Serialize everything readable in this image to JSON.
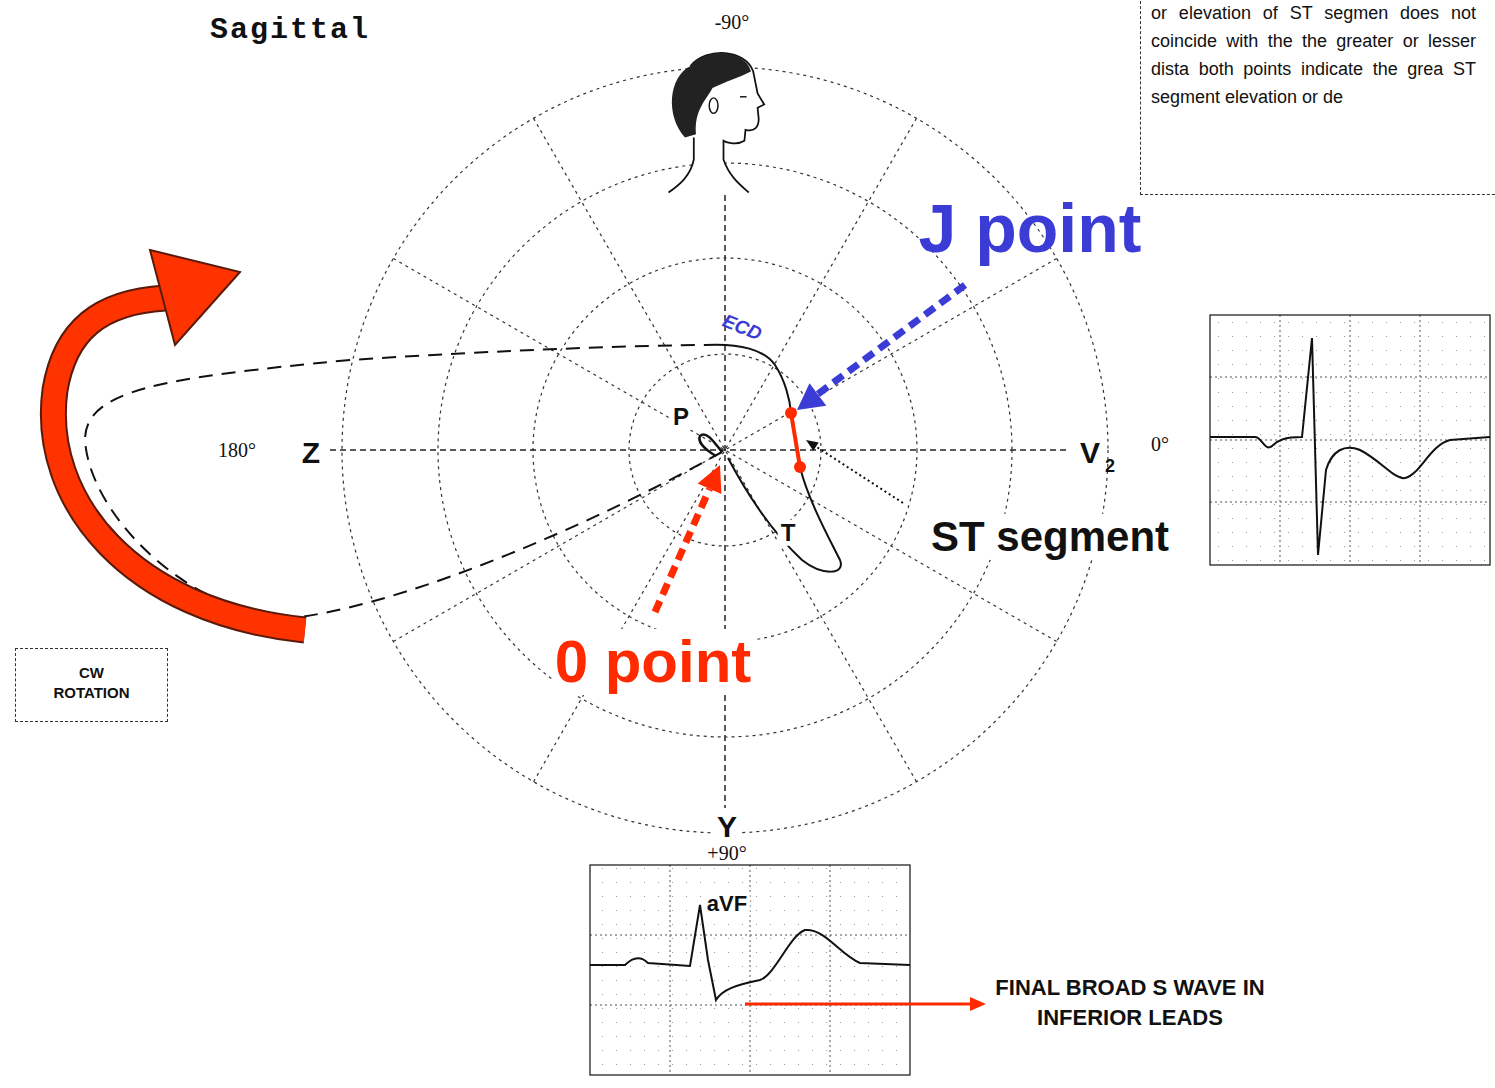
{
  "diagram": {
    "nodes": [
      {
        "text": [
          "or elevation of ST segmen does not coincide with the the greater or lesser dista both points indicate the grea ST segment elevation or de"
        ]
      },
      {
        "text": [
          "CW ROTATION"
        ]
      }
    ],
    "labels": [
      "Sagittal",
      "-90°",
      "J point",
      "ECD",
      "P",
      "180°",
      "Z",
      "V",
      "2",
      "0°",
      "T",
      "ST segment",
      "0 point",
      "Y",
      "+90°",
      "aVF",
      "FINAL BROAD S WAVE IN INFERIOR LEADS"
    ]
  }
}
